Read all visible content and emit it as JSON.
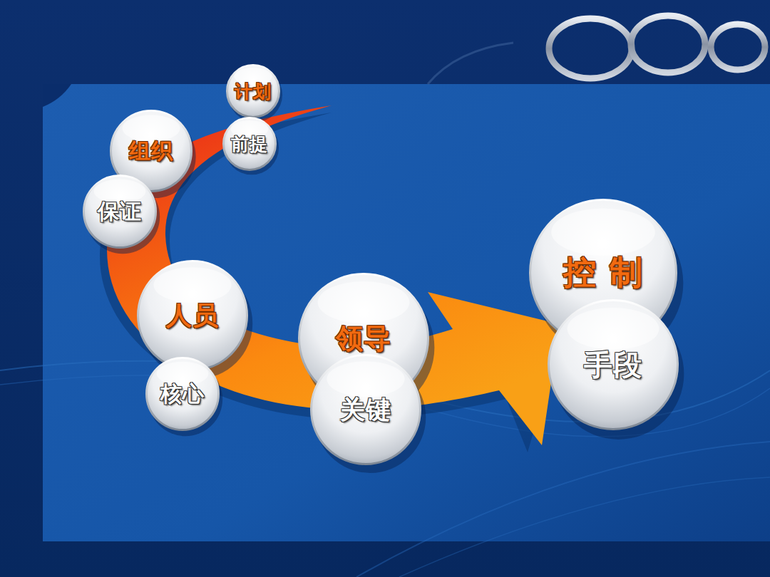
{
  "diagram": {
    "nodes": [
      {
        "text": [
          "计划"
        ]
      },
      {
        "text": [
          "前提"
        ]
      },
      {
        "text": [
          "组织"
        ]
      },
      {
        "text": [
          "保证"
        ]
      },
      {
        "text": [
          "人员"
        ]
      },
      {
        "text": [
          "核心"
        ]
      },
      {
        "text": [
          "领导"
        ]
      },
      {
        "text": [
          "关键"
        ]
      },
      {
        "text": [
          "控 制"
        ]
      },
      {
        "text": [
          "手段"
        ]
      }
    ]
  }
}
